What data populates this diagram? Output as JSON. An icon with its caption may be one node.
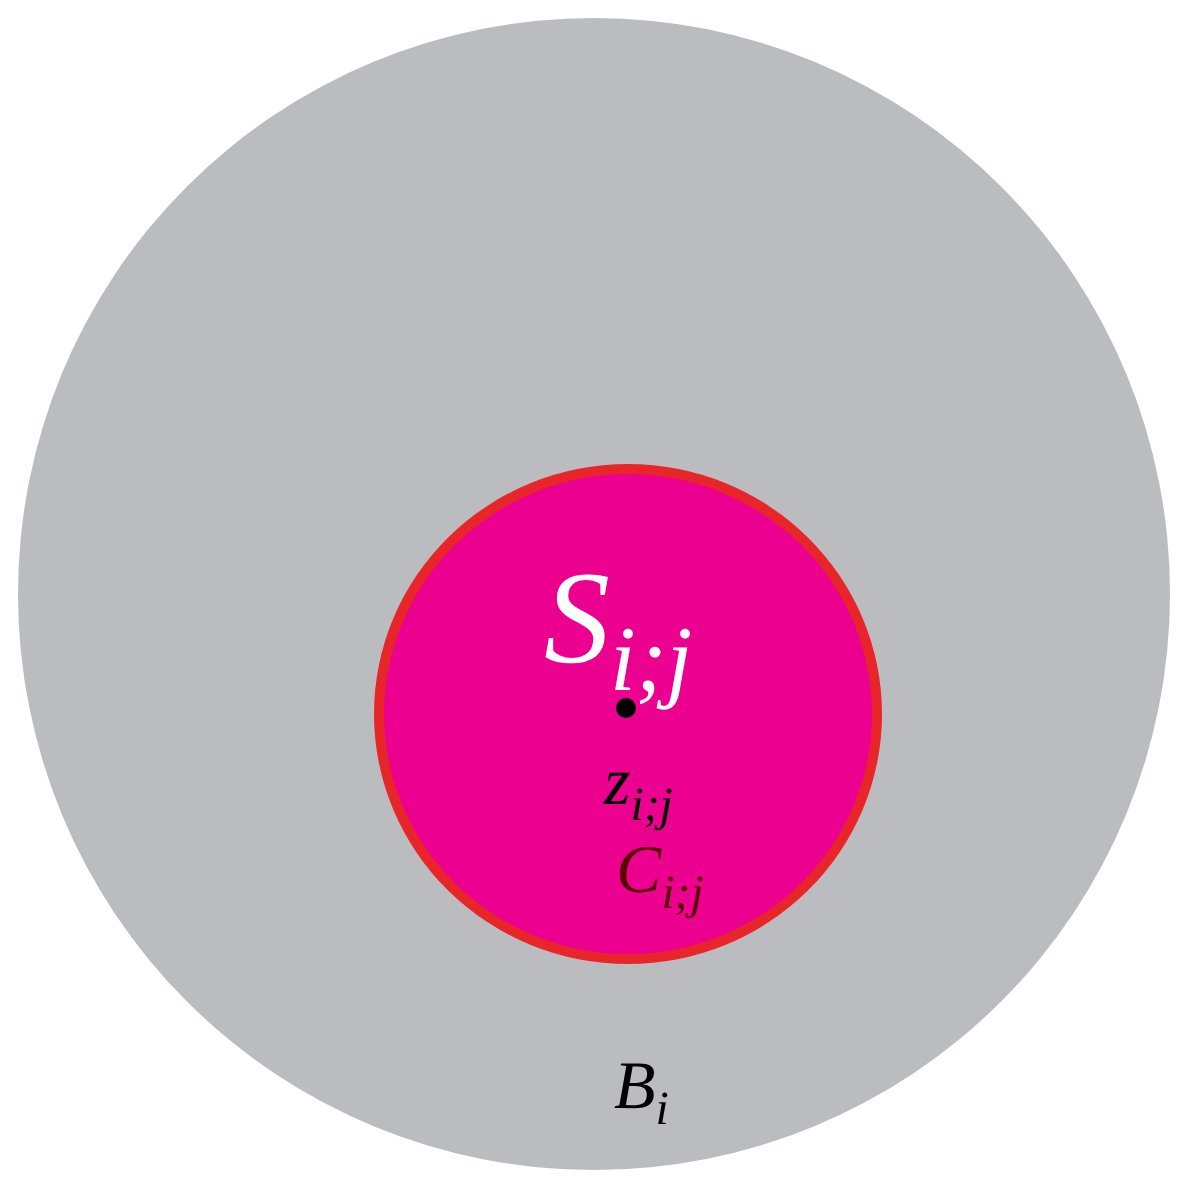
{
  "diagram": {
    "nodes": [
      {
        "text": [
          "B$_{i}$"
        ]
      },
      {
        "text": [
          "S$_{i;j}$",
          "z$_{i;j}$",
          "C$_{i;j}$"
        ],
        "in": 0
      }
    ]
  }
}
